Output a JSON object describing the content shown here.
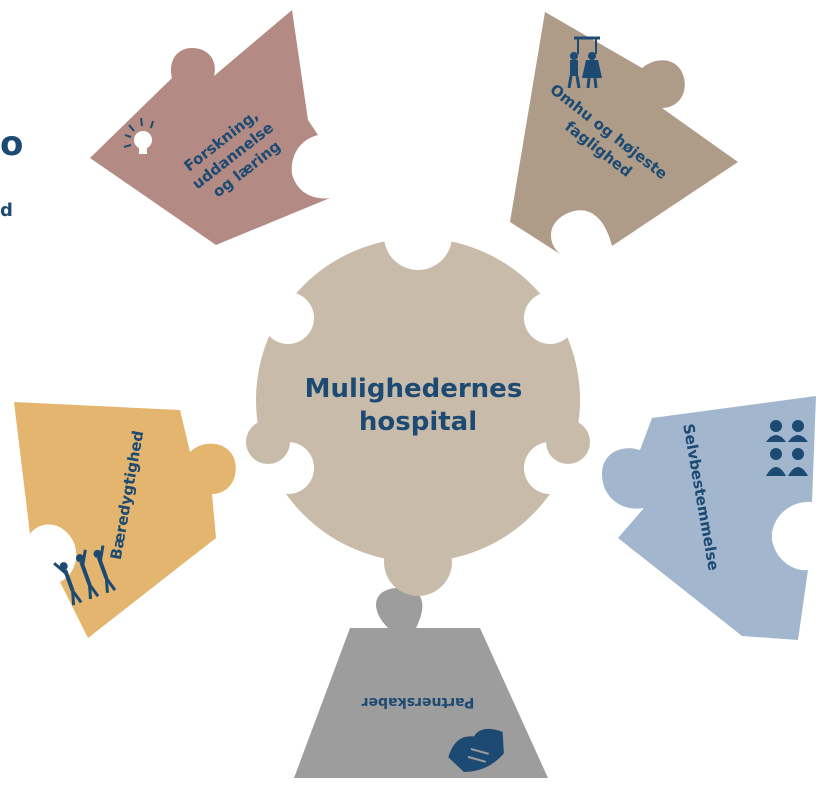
{
  "center": {
    "line1": "Mulighedernes",
    "line2": "hospital"
  },
  "pieces": {
    "forskning": {
      "lines": [
        "Forskning,",
        "uddannelse",
        "og læring"
      ]
    },
    "omhu": {
      "lines": [
        "Omhu og højeste",
        "faglighed"
      ]
    },
    "selvbestemmelse": {
      "label": "Selvbestemmelse"
    },
    "partnerskaber": {
      "label": "Partnerskaber"
    },
    "baeredygtighed": {
      "label": "Bæredygtighed"
    }
  },
  "edge_fragments": {
    "left_top": "o",
    "left_bottom": "d"
  },
  "colors": {
    "forskning": "#b48b84",
    "omhu": "#ae9c88",
    "selvbestemmelse": "#a2b6cd",
    "partnerskaber": "#9d9d9d",
    "baeredygtighed": "#e3b56e",
    "center": "#c8bba9",
    "text": "#1c4a72"
  },
  "icons": {
    "forskning": "lightbulb-icon",
    "omhu": "two-people-holding-bar-icon",
    "selvbestemmelse": "group-of-people-icon",
    "partnerskaber": "handshake-icon",
    "baeredygtighed": "people-cheering-icon"
  }
}
